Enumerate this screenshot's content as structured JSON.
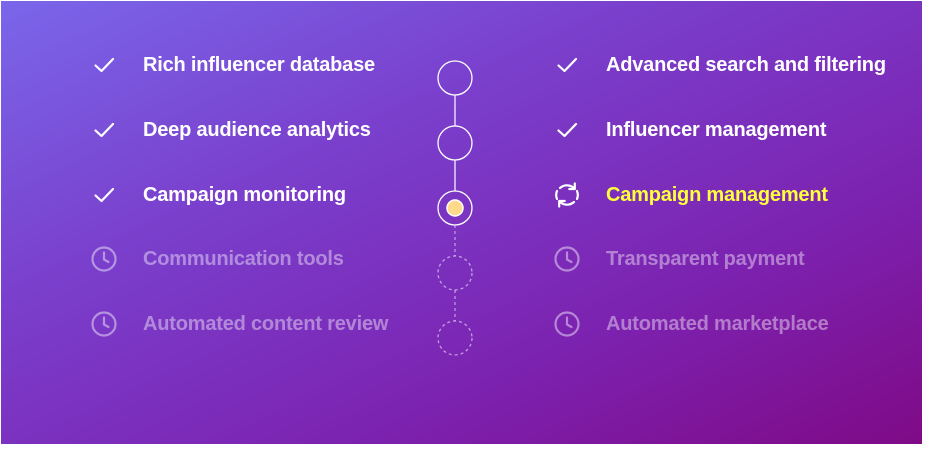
{
  "left_items": [
    {
      "label": "Rich influencer database",
      "status": "done",
      "icon": "check-icon"
    },
    {
      "label": "Deep audience analytics",
      "status": "done",
      "icon": "check-icon"
    },
    {
      "label": "Campaign monitoring",
      "status": "done",
      "icon": "check-icon"
    },
    {
      "label": "Communication tools",
      "status": "pending",
      "icon": "clock-icon"
    },
    {
      "label": "Automated content review",
      "status": "pending",
      "icon": "clock-icon"
    }
  ],
  "right_items": [
    {
      "label": "Advanced search and filtering",
      "status": "done",
      "icon": "check-icon"
    },
    {
      "label": "Influencer management",
      "status": "done",
      "icon": "check-icon"
    },
    {
      "label": "Campaign management",
      "status": "active",
      "icon": "refresh-icon"
    },
    {
      "label": "Transparent payment",
      "status": "pending",
      "icon": "clock-icon"
    },
    {
      "label": "Automated marketplace",
      "status": "pending",
      "icon": "clock-icon"
    }
  ],
  "timeline": {
    "steps": [
      "complete",
      "complete",
      "current",
      "upcoming",
      "upcoming"
    ]
  },
  "colors": {
    "done_text": "#ffffff",
    "pending_text": "rgba(255,255,255,0.42)",
    "active_text": "#ffff3a",
    "current_dot": "#ffd98a",
    "background_start": "#7a66ea",
    "background_end": "#7f0a86"
  }
}
